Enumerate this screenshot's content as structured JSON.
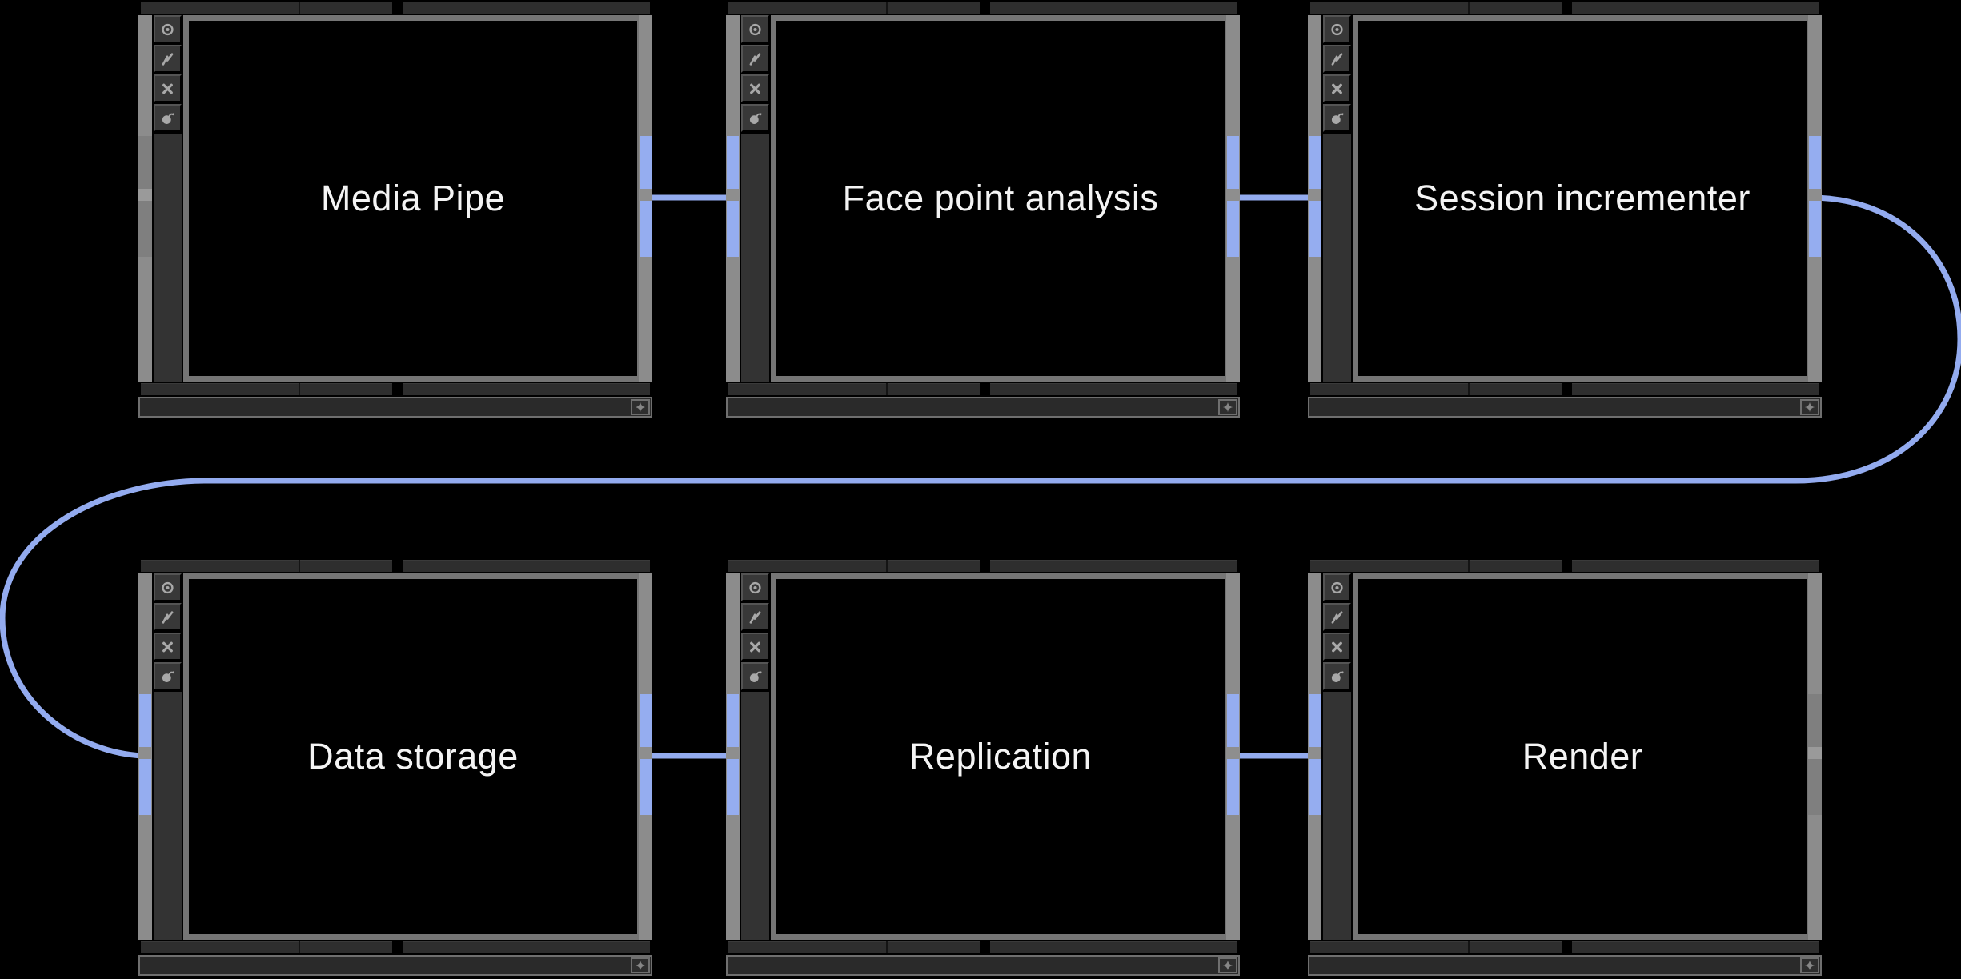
{
  "diagram": {
    "app_style": "node network editor",
    "background_color": "#000000",
    "accent_color": "#95adf0",
    "node_chrome_color": "#8c8c8c",
    "nodes": [
      {
        "label": "Media Pipe"
      },
      {
        "label": "Face point analysis"
      },
      {
        "label": "Session incrementer"
      },
      {
        "label": "Data storage"
      },
      {
        "label": "Replication"
      },
      {
        "label": "Render"
      }
    ],
    "connections": [
      {
        "from": "Media Pipe",
        "to": "Face point analysis"
      },
      {
        "from": "Face point analysis",
        "to": "Session incrementer"
      },
      {
        "from": "Session incrementer",
        "to": "Data storage"
      },
      {
        "from": "Data storage",
        "to": "Replication"
      },
      {
        "from": "Replication",
        "to": "Render"
      }
    ],
    "node_flag_icons": [
      "viewer-flag-icon",
      "bypass-flag-icon",
      "delete-flag-icon",
      "cook-flag-icon"
    ],
    "status_bar": {
      "add_button_icon": "sparkle-plus-icon"
    }
  }
}
